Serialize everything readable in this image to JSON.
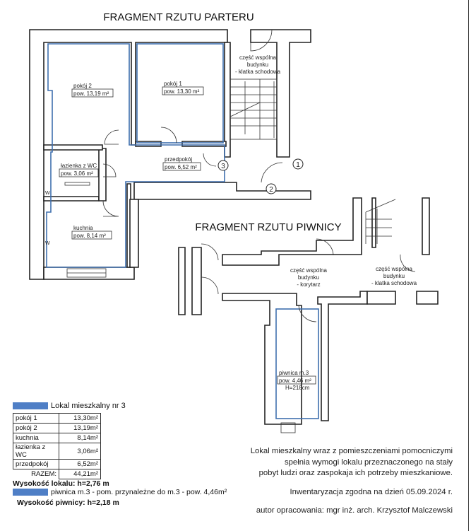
{
  "ground_floor": {
    "title": "FRAGMENT RZUTU PARTERU",
    "rooms": [
      {
        "name": "pokój 2",
        "area": "pow. 13,19 m²"
      },
      {
        "name": "pokój 1",
        "area": "pow. 13,30 m²"
      },
      {
        "name": "łazienka z WC",
        "area": "pow. 3,06 m²"
      },
      {
        "name": "przedpokój",
        "area": "pow. 6,52 m²"
      },
      {
        "name": "kuchnia",
        "area": "pow. 8,14 m²"
      }
    ],
    "staircase": [
      "część wspólna",
      "budynku",
      "- klatka schodowa"
    ],
    "markers": [
      "1",
      "2",
      "3"
    ],
    "vent_labels": [
      "W",
      "W"
    ]
  },
  "basement": {
    "title": "FRAGMENT RZUTU PIWNICY",
    "corridor": [
      "część wspólna",
      "budynku",
      "- korytarz"
    ],
    "staircase": [
      "część wspólna",
      "budynku",
      "- klatka schodowa"
    ],
    "cellar": {
      "name": "piwnica m.3",
      "area": "pow. 4,46 m²",
      "height": "H=218cm"
    }
  },
  "legend": {
    "unit_label": "Lokal mieszkalny nr 3",
    "rows": [
      {
        "name": "pokój 1",
        "value": "13,30m²"
      },
      {
        "name": "pokój 2",
        "value": "13,19m²"
      },
      {
        "name": "kuchnia",
        "value": "8,14m²"
      },
      {
        "name": "łazienka z WC",
        "value": "3,06m²"
      },
      {
        "name": "przedpokój",
        "value": "6,52m²"
      }
    ],
    "total_label": "RAZEM:",
    "total_value": "44,21m²",
    "unit_height": "Wysokość lokalu: h=2,76 m",
    "cellar_label": "piwnica m.3 - pom. przynależne do m.3 - pow. 4,46m²",
    "cellar_height": "Wysokość piwnicy: h=2,18 m",
    "colors": {
      "unit": "#4f7fc6",
      "outline": "#3f6fae"
    }
  },
  "notes": {
    "lines": [
      "Lokal mieszkalny wraz z pomieszczeniami pomocniczymi",
      "spełnia wymogi lokalu przeznaczonego na stały",
      "pobyt ludzi oraz zaspokaja ich potrzeby mieszkaniowe."
    ],
    "date": "Inwentaryzacja zgodna na dzień 05.09.2024 r.",
    "author": "autor opracowania: mgr inż. arch. Krzysztof Malczewski"
  }
}
